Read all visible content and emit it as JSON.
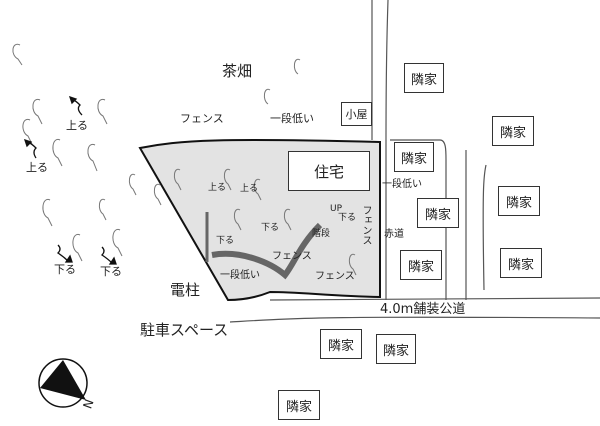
{
  "labels": {
    "tea_field": "茶畑",
    "fence": "フェンス",
    "one_step_lower": "一段低い",
    "shed": "小屋",
    "house": "住宅",
    "up_slope": "上る",
    "down_slope": "下る",
    "up": "UP",
    "stairs": "階段",
    "red_road": "赤道",
    "utility_pole": "電柱",
    "parking": "駐車スペース",
    "public_road": "4.0m舗装公道",
    "neighbor": "隣家",
    "north": "N"
  },
  "colors": {
    "site_fill": "#e3e3e3",
    "line": "#222222"
  }
}
